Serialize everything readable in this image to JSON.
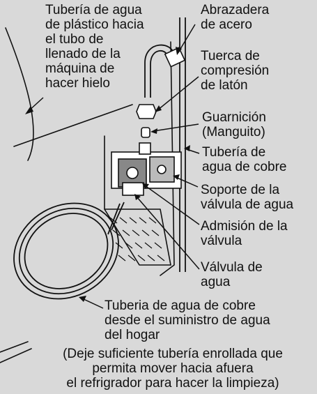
{
  "labels": {
    "plastic_tube": "Tubería de agua\nde plástico hacia\nel tubo de\nllenado de la\nmáquina de\nhacer hielo",
    "steel_clamp": "Abrazadera\nde acero",
    "brass_nut": "Tuerca de\ncompresión\nde latón",
    "ferrule": "Guarnición\n(Manguito)",
    "copper_tube": "Tubería de\nagua de cobre",
    "valve_bracket": "Soporte de la\nválvula de agua",
    "valve_inlet": "Admisión de la\nválvula",
    "water_valve": "Válvula de\nagua",
    "supply_tube": "Tuberia de agua de cobre\ndesde el suministro de agua\ndel hogar",
    "note": "(Deje suficiente tubería enrollada que\npermita mover hacia afuera\nel refrigrador para hacer la limpieza)"
  },
  "colors": {
    "background": "#d9d9d9",
    "ink": "#111111",
    "panel": "#ffffff"
  }
}
